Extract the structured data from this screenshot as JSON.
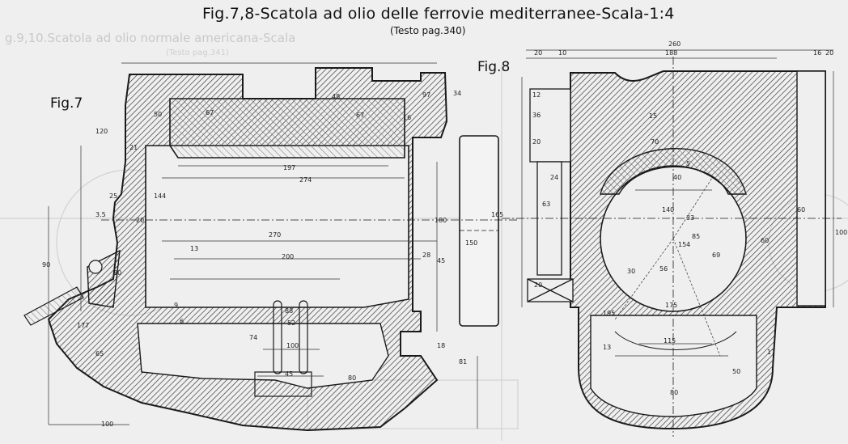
{
  "caption": {
    "title": "Fig.7,8-Scatola ad olio delle ferrovie mediterranee-Scala-1:4",
    "subtitle": "(Testo pag.340)"
  },
  "bleed_through": {
    "title": "g.9,10.Scatola ad olio normale americana-Scala",
    "subtitle": "(Testo pag.341)"
  },
  "figures": [
    {
      "label": "Fig.7"
    },
    {
      "label": "Fig.8"
    }
  ],
  "dimensions_fig7": [
    "50",
    "67",
    "67",
    "48",
    "97",
    "34",
    "16",
    "120",
    "197",
    "274",
    "144",
    "270",
    "200",
    "180",
    "150",
    "165",
    "45",
    "28",
    "13",
    "20",
    "30",
    "88",
    "52",
    "74",
    "100",
    "45",
    "80",
    "177",
    "90",
    "65",
    "100",
    "25",
    "21",
    "9",
    "6",
    "81",
    "3.5",
    "18"
  ],
  "dimensions_fig8": [
    "20",
    "10",
    "188",
    "260",
    "16",
    "20",
    "12",
    "36",
    "20",
    "24",
    "15",
    "70",
    "63",
    "60",
    "40",
    "115",
    "140",
    "33",
    "85",
    "69",
    "154",
    "175",
    "60",
    "100",
    "50",
    "5",
    "56",
    "195",
    "30",
    "13",
    "17",
    "20",
    "80"
  ],
  "colors": {
    "paper": "#efefef",
    "ink": "#1a1a1a",
    "hatch": "#4a4a4a"
  }
}
